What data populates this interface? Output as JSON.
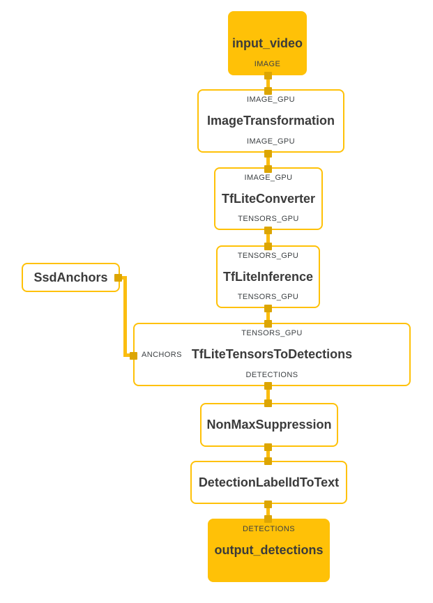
{
  "colors": {
    "accent": "#FFC107",
    "edge": "#FBBD10",
    "port": "#DCA502",
    "title_text": "#3B3B3B",
    "stream_label_text": "#3C4043",
    "canvas_background": "#FFFFFF"
  },
  "graph": {
    "type": "mediapipe-calculator-graph",
    "nodes": [
      {
        "id": "input_video",
        "kind": "graph-input-stream",
        "title": "input_video",
        "bottom_label": "IMAGE"
      },
      {
        "id": "ImageTransformation",
        "kind": "calculator",
        "title": "ImageTransformation",
        "top_label": "IMAGE_GPU",
        "bottom_label": "IMAGE_GPU"
      },
      {
        "id": "TfLiteConverter",
        "kind": "calculator",
        "title": "TfLiteConverter",
        "top_label": "IMAGE_GPU",
        "bottom_label": "TENSORS_GPU"
      },
      {
        "id": "TfLiteInference",
        "kind": "calculator",
        "title": "TfLiteInference",
        "top_label": "TENSORS_GPU",
        "bottom_label": "TENSORS_GPU"
      },
      {
        "id": "SsdAnchors",
        "kind": "calculator",
        "title": "SsdAnchors"
      },
      {
        "id": "TfLiteTensorsToDetections",
        "kind": "calculator",
        "title": "TfLiteTensorsToDetections",
        "top_label": "TENSORS_GPU",
        "left_label": "ANCHORS",
        "bottom_label": "DETECTIONS"
      },
      {
        "id": "NonMaxSuppression",
        "kind": "calculator",
        "title": "NonMaxSuppression"
      },
      {
        "id": "DetectionLabelIdToText",
        "kind": "calculator",
        "title": "DetectionLabelIdToText"
      },
      {
        "id": "output_detections",
        "kind": "graph-output-stream",
        "title": "output_detections",
        "top_label": "DETECTIONS"
      }
    ],
    "edges": [
      {
        "from": "input_video",
        "from_stream": "IMAGE",
        "to": "ImageTransformation",
        "to_stream": "IMAGE_GPU"
      },
      {
        "from": "ImageTransformation",
        "from_stream": "IMAGE_GPU",
        "to": "TfLiteConverter",
        "to_stream": "IMAGE_GPU"
      },
      {
        "from": "TfLiteConverter",
        "from_stream": "TENSORS_GPU",
        "to": "TfLiteInference",
        "to_stream": "TENSORS_GPU"
      },
      {
        "from": "TfLiteInference",
        "from_stream": "TENSORS_GPU",
        "to": "TfLiteTensorsToDetections",
        "to_stream": "TENSORS_GPU"
      },
      {
        "from": "SsdAnchors",
        "to": "TfLiteTensorsToDetections",
        "to_stream": "ANCHORS"
      },
      {
        "from": "TfLiteTensorsToDetections",
        "from_stream": "DETECTIONS",
        "to": "NonMaxSuppression"
      },
      {
        "from": "NonMaxSuppression",
        "to": "DetectionLabelIdToText"
      },
      {
        "from": "DetectionLabelIdToText",
        "to": "output_detections",
        "to_stream": "DETECTIONS"
      }
    ]
  }
}
